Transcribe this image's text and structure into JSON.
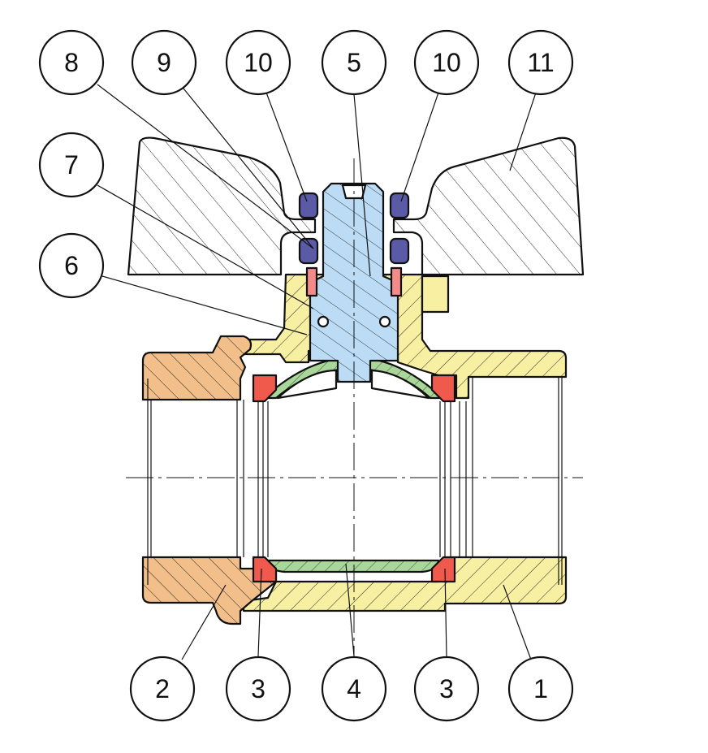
{
  "callouts": {
    "top": [
      "8",
      "9",
      "10",
      "5",
      "10",
      "11"
    ],
    "left": [
      "7",
      "6"
    ],
    "bottom": [
      "2",
      "3",
      "4",
      "3",
      "1"
    ]
  },
  "colors": {
    "body": "#f7efa1",
    "end_connector": "#f2bf8a",
    "stem": "#bcdcf5",
    "ball": "#a9d79a",
    "seat": "#ef5a4d",
    "o_ring": "#5b5aa6",
    "packing": "#f58a8a",
    "handle": "#ffffff",
    "line": "#111111"
  }
}
